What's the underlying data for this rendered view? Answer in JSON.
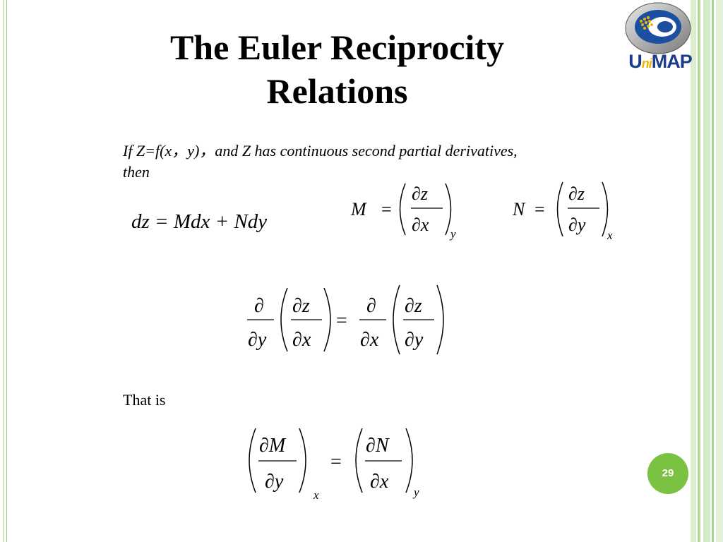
{
  "slide": {
    "title_line1": "The Euler Reciprocity",
    "title_line2": "Relations",
    "intro_line1": "If Z=f(x，y)，and Z has continuous second partial derivatives,",
    "intro_line2": "then",
    "total_differential": "dz = Mdx + Ndy",
    "that_is": "That is",
    "page_number": "29"
  },
  "logo": {
    "text_start": "U",
    "text_mid": "ni",
    "text_end": "MAP"
  },
  "equations": {
    "M_def": {
      "lhs": "M",
      "eq": "=",
      "num": "∂z",
      "den": "∂x",
      "sub": "y"
    },
    "N_def": {
      "lhs": "N",
      "eq": "=",
      "num": "∂z",
      "den": "∂y",
      "sub": "x"
    },
    "mixed": {
      "op1_num": "∂",
      "op1_den": "∂y",
      "in1_num": "∂z",
      "in1_den": "∂x",
      "eq": "=",
      "op2_num": "∂",
      "op2_den": "∂x",
      "in2_num": "∂z",
      "in2_den": "∂y"
    },
    "reciprocity": {
      "l_num": "∂M",
      "l_den": "∂y",
      "l_sub": "x",
      "eq": "=",
      "r_num": "∂N",
      "r_den": "∂x",
      "r_sub": "y"
    }
  },
  "colors": {
    "accent": "#7cc242",
    "stripe_light": "#c9e6b8",
    "logo_blue": "#1b3d8c",
    "logo_gold": "#f2b400"
  }
}
